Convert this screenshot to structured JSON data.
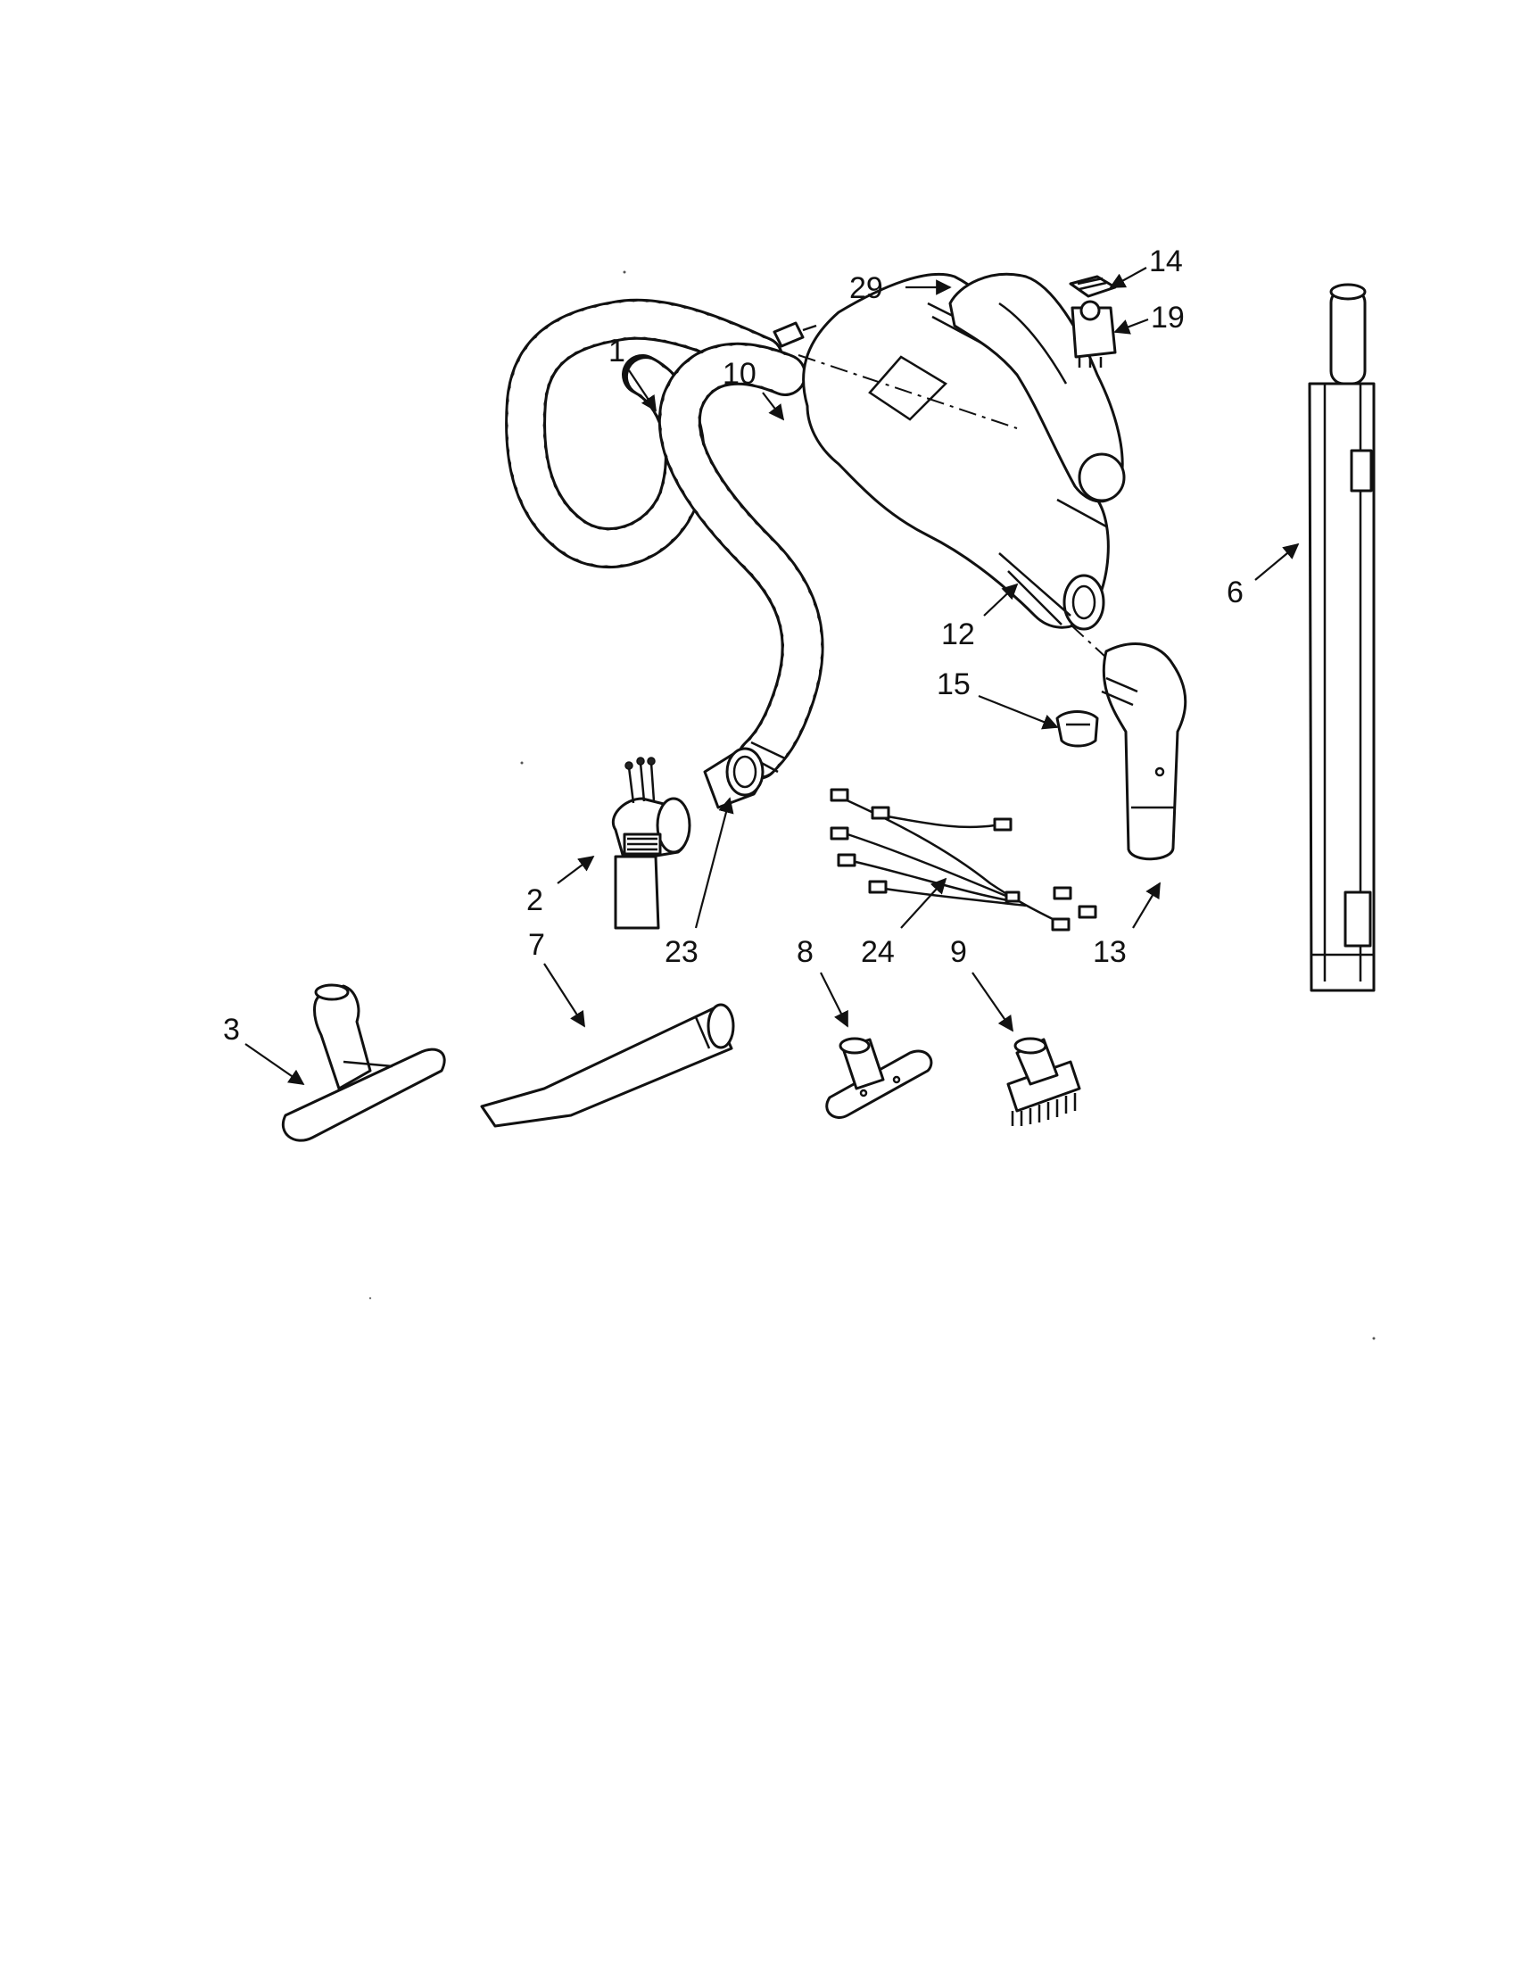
{
  "diagram": {
    "callouts": {
      "c1": "1",
      "c2": "2",
      "c3": "3",
      "c6": "6",
      "c7": "7",
      "c8": "8",
      "c9": "9",
      "c10": "10",
      "c12": "12",
      "c13": "13",
      "c14": "14",
      "c15": "15",
      "c19": "19",
      "c23": "23",
      "c24": "24",
      "c29": "29"
    }
  }
}
